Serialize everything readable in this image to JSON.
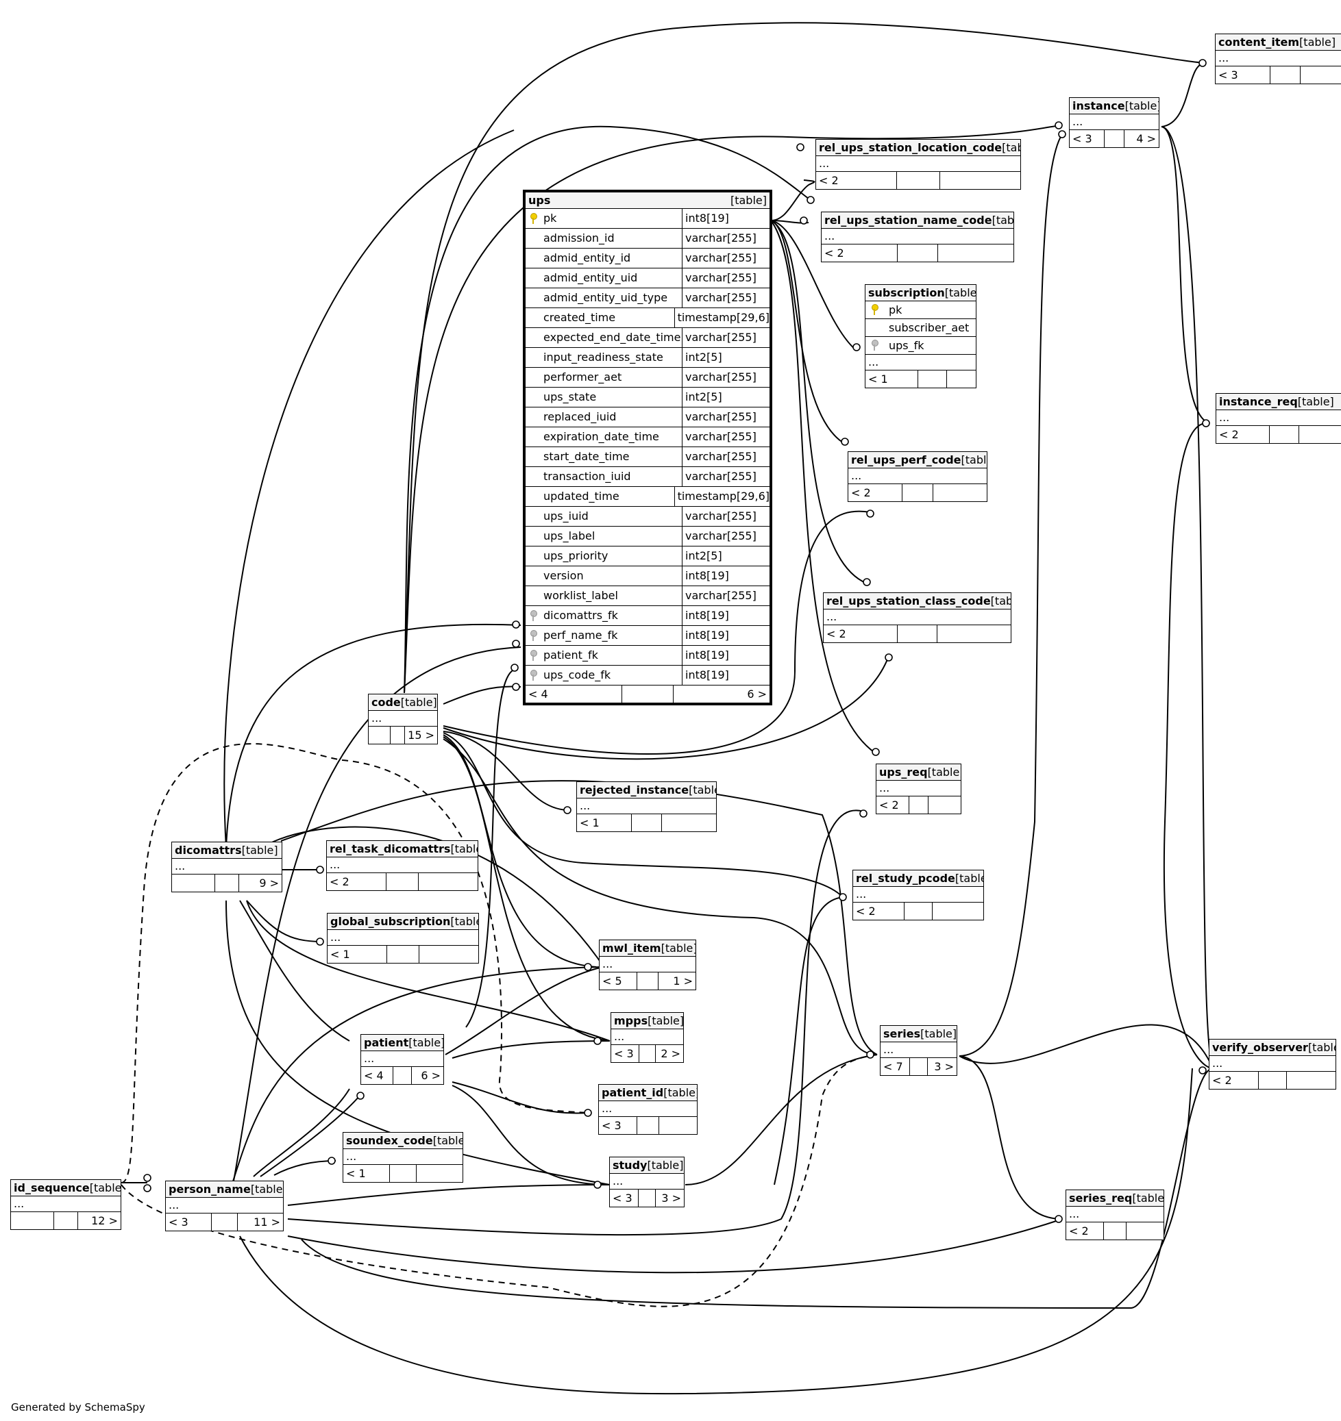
{
  "footer": "Generated by SchemaSpy",
  "table_tag": "[table]",
  "ups": {
    "name": "ups",
    "tag": "[table]",
    "columns": [
      {
        "name": "pk",
        "type": "int8[19]",
        "key": "pk"
      },
      {
        "name": "admission_id",
        "type": "varchar[255]",
        "key": ""
      },
      {
        "name": "admid_entity_id",
        "type": "varchar[255]",
        "key": ""
      },
      {
        "name": "admid_entity_uid",
        "type": "varchar[255]",
        "key": ""
      },
      {
        "name": "admid_entity_uid_type",
        "type": "varchar[255]",
        "key": ""
      },
      {
        "name": "created_time",
        "type": "timestamp[29,6]",
        "key": ""
      },
      {
        "name": "expected_end_date_time",
        "type": "varchar[255]",
        "key": ""
      },
      {
        "name": "input_readiness_state",
        "type": "int2[5]",
        "key": ""
      },
      {
        "name": "performer_aet",
        "type": "varchar[255]",
        "key": ""
      },
      {
        "name": "ups_state",
        "type": "int2[5]",
        "key": ""
      },
      {
        "name": "replaced_iuid",
        "type": "varchar[255]",
        "key": ""
      },
      {
        "name": "expiration_date_time",
        "type": "varchar[255]",
        "key": ""
      },
      {
        "name": "start_date_time",
        "type": "varchar[255]",
        "key": ""
      },
      {
        "name": "transaction_iuid",
        "type": "varchar[255]",
        "key": ""
      },
      {
        "name": "updated_time",
        "type": "timestamp[29,6]",
        "key": ""
      },
      {
        "name": "ups_iuid",
        "type": "varchar[255]",
        "key": ""
      },
      {
        "name": "ups_label",
        "type": "varchar[255]",
        "key": ""
      },
      {
        "name": "ups_priority",
        "type": "int2[5]",
        "key": ""
      },
      {
        "name": "version",
        "type": "int8[19]",
        "key": ""
      },
      {
        "name": "worklist_label",
        "type": "varchar[255]",
        "key": ""
      },
      {
        "name": "dicomattrs_fk",
        "type": "int8[19]",
        "key": "fk"
      },
      {
        "name": "perf_name_fk",
        "type": "int8[19]",
        "key": "fk"
      },
      {
        "name": "patient_fk",
        "type": "int8[19]",
        "key": "fk"
      },
      {
        "name": "ups_code_fk",
        "type": "int8[19]",
        "key": "fk"
      }
    ],
    "foot_left": "< 4",
    "foot_right": "6 >"
  },
  "subscription": {
    "name": "subscription",
    "columns": [
      {
        "name": "pk",
        "key": "pk"
      },
      {
        "name": "subscriber_aet",
        "key": ""
      },
      {
        "name": "ups_fk",
        "key": "fk"
      }
    ],
    "ellipsis": "...",
    "foot_left": "< 1"
  },
  "tables": [
    {
      "id": "content_item",
      "name": "content_item",
      "left": "< 3",
      "right": "",
      "ellipsis": "..."
    },
    {
      "id": "instance",
      "name": "instance",
      "left": "< 3",
      "right": "4 >",
      "ellipsis": "..."
    },
    {
      "id": "rel_ups_station_location_code",
      "name": "rel_ups_station_location_code",
      "left": "< 2",
      "right": "",
      "ellipsis": "..."
    },
    {
      "id": "rel_ups_station_name_code",
      "name": "rel_ups_station_name_code",
      "left": "< 2",
      "right": "",
      "ellipsis": "..."
    },
    {
      "id": "instance_req",
      "name": "instance_req",
      "left": "< 2",
      "right": "",
      "ellipsis": "..."
    },
    {
      "id": "rel_ups_perf_code",
      "name": "rel_ups_perf_code",
      "left": "< 2",
      "right": "",
      "ellipsis": "..."
    },
    {
      "id": "rel_ups_station_class_code",
      "name": "rel_ups_station_class_code",
      "left": "< 2",
      "right": "",
      "ellipsis": "..."
    },
    {
      "id": "code",
      "name": "code",
      "left": "",
      "right": "15 >",
      "ellipsis": "..."
    },
    {
      "id": "ups_req",
      "name": "ups_req",
      "left": "< 2",
      "right": "",
      "ellipsis": "..."
    },
    {
      "id": "rejected_instance",
      "name": "rejected_instance",
      "left": "< 1",
      "right": "",
      "ellipsis": "..."
    },
    {
      "id": "dicomattrs",
      "name": "dicomattrs",
      "left": "",
      "right": "9 >",
      "ellipsis": "..."
    },
    {
      "id": "rel_task_dicomattrs",
      "name": "rel_task_dicomattrs",
      "left": "< 2",
      "right": "",
      "ellipsis": "..."
    },
    {
      "id": "rel_study_pcode",
      "name": "rel_study_pcode",
      "left": "< 2",
      "right": "",
      "ellipsis": "..."
    },
    {
      "id": "global_subscription",
      "name": "global_subscription",
      "left": "< 1",
      "right": "",
      "ellipsis": "..."
    },
    {
      "id": "mwl_item",
      "name": "mwl_item",
      "left": "< 5",
      "right": "1 >",
      "ellipsis": "..."
    },
    {
      "id": "mpps",
      "name": "mpps",
      "left": "< 3",
      "right": "2 >",
      "ellipsis": "..."
    },
    {
      "id": "series",
      "name": "series",
      "left": "< 7",
      "right": "3 >",
      "ellipsis": "..."
    },
    {
      "id": "patient",
      "name": "patient",
      "left": "< 4",
      "right": "6 >",
      "ellipsis": "..."
    },
    {
      "id": "verify_observer",
      "name": "verify_observer",
      "left": "< 2",
      "right": "",
      "ellipsis": "..."
    },
    {
      "id": "patient_id",
      "name": "patient_id",
      "left": "< 3",
      "right": "",
      "ellipsis": "..."
    },
    {
      "id": "soundex_code",
      "name": "soundex_code",
      "left": "< 1",
      "right": "",
      "ellipsis": "..."
    },
    {
      "id": "study",
      "name": "study",
      "left": "< 3",
      "right": "3 >",
      "ellipsis": "..."
    },
    {
      "id": "id_sequence",
      "name": "id_sequence",
      "left": "",
      "right": "12 >",
      "ellipsis": "..."
    },
    {
      "id": "person_name",
      "name": "person_name",
      "left": "< 3",
      "right": "11 >",
      "ellipsis": "..."
    },
    {
      "id": "series_req",
      "name": "series_req",
      "left": "< 2",
      "right": "",
      "ellipsis": "..."
    }
  ]
}
